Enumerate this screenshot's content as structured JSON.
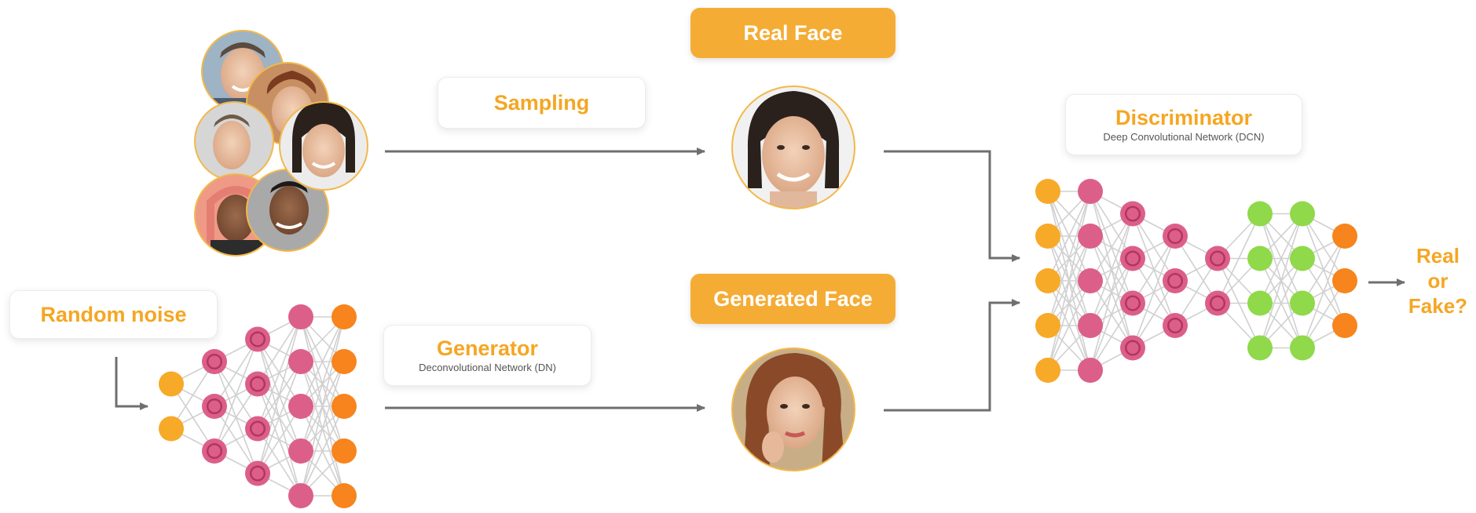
{
  "labels": {
    "sampling": "Sampling",
    "real_face": "Real Face",
    "generated_face": "Generated Face",
    "random_noise": "Random noise",
    "generator_title": "Generator",
    "generator_sub": "Deconvolutional Network (DN)",
    "discriminator_title": "Discriminator",
    "discriminator_sub": "Deep Convolutional Network (DCN)",
    "verdict_1": "Real",
    "verdict_2": "or",
    "verdict_3": "Fake?"
  },
  "colors": {
    "accent": "#f5a623",
    "pill": "#f5ac35",
    "node_yellow": "#f7a928",
    "node_pink": "#dc5f8a",
    "node_orange": "#f7841c",
    "node_green": "#8fd94a",
    "edge": "#d0d0d0",
    "arrow": "#6f6f6f"
  },
  "generator_layers": [
    {
      "count": 2,
      "type": "yellow"
    },
    {
      "count": 3,
      "type": "pink_ring"
    },
    {
      "count": 4,
      "type": "pink_ring"
    },
    {
      "count": 5,
      "type": "pink"
    },
    {
      "count": 5,
      "type": "orange"
    }
  ],
  "discriminator_layers": [
    {
      "count": 5,
      "type": "yellow"
    },
    {
      "count": 5,
      "type": "pink"
    },
    {
      "count": 4,
      "type": "pink_ring"
    },
    {
      "count": 3,
      "type": "pink_ring"
    },
    {
      "count": 2,
      "type": "pink_ring"
    },
    {
      "count": 4,
      "type": "green"
    },
    {
      "count": 4,
      "type": "green"
    },
    {
      "count": 3,
      "type": "orange"
    }
  ],
  "photos": {
    "sample_faces": [
      "man-smiling",
      "woman-curly-hair",
      "man-side",
      "woman-dark-hair",
      "man-smiling-2",
      "woman-hood"
    ],
    "real_face": "woman-dark-hair",
    "generated_face": "woman-auburn-hair"
  }
}
